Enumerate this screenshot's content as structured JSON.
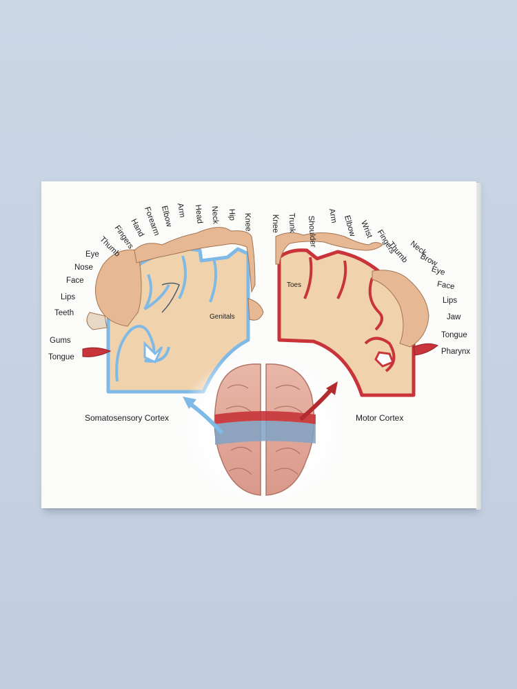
{
  "sensory_labels": [
    "Tongue",
    "Gums",
    "Teeth",
    "Lips",
    "Face",
    "Nose",
    "Eye",
    "Thumb",
    "Fingers",
    "Hand",
    "Forearm",
    "Elbow",
    "Arm",
    "Head",
    "Neck",
    "Hip",
    "Knee"
  ],
  "motor_labels": [
    "Knee",
    "Trunk",
    "Shoulder",
    "Arm",
    "Elbow",
    "Wrist",
    "Fingers",
    "Thumb",
    "Neck",
    "Brow",
    "Eye",
    "Face",
    "Lips",
    "Jaw",
    "Tongue",
    "Pharynx"
  ],
  "inner_labels": {
    "genitals": "Genitals",
    "toes": "Toes"
  },
  "captions": {
    "somatosensory": "Somatosensory Cortex",
    "motor": "Motor Cortex"
  },
  "colors": {
    "sensory": "#7fb9e6",
    "motor": "#c8343a",
    "cortex": "#f0d2ad"
  }
}
